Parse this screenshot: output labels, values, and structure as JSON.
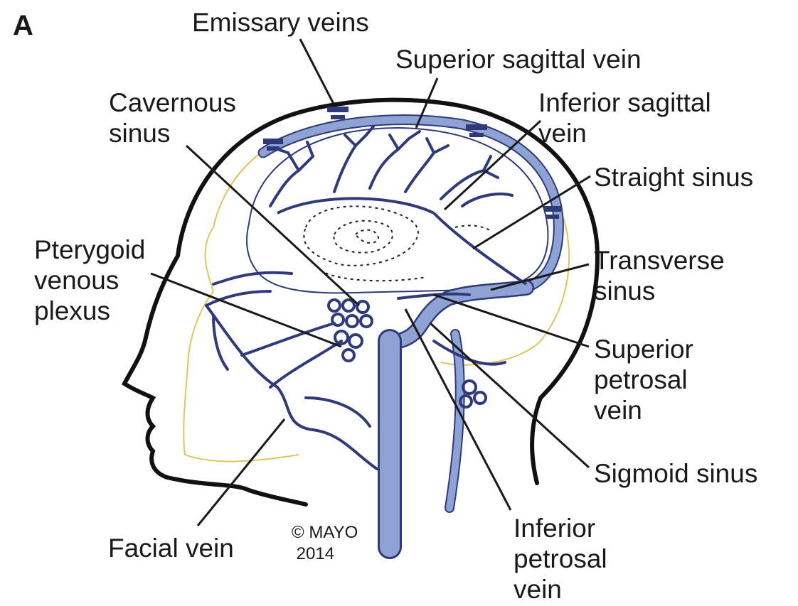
{
  "panel_letter": "A",
  "copyright": "© MAYO\n 2014",
  "colors": {
    "vein_fill": "#8ea3d4",
    "vein_stroke": "#2f3a7a",
    "outline": "#111111",
    "skull": "#e3c35d",
    "leader": "#1a1a1a"
  },
  "labels": {
    "emissary_veins": "Emissary veins",
    "superior_sagittal_vein": "Superior sagittal vein",
    "cavernous_sinus": "Cavernous\nsinus",
    "inferior_sagittal_vein": "Inferior sagittal\nvein",
    "straight_sinus": "Straight sinus",
    "pterygoid_venous_plexus": "Pterygoid\nvenous\nplexus",
    "transverse_sinus": "Transverse\nsinus",
    "superior_petrosal_vein": "Superior\npetrosal\nvein",
    "sigmoid_sinus": "Sigmoid sinus",
    "facial_vein": "Facial vein",
    "inferior_petrosal_vein": "Inferior\npetrosal\nvein"
  }
}
